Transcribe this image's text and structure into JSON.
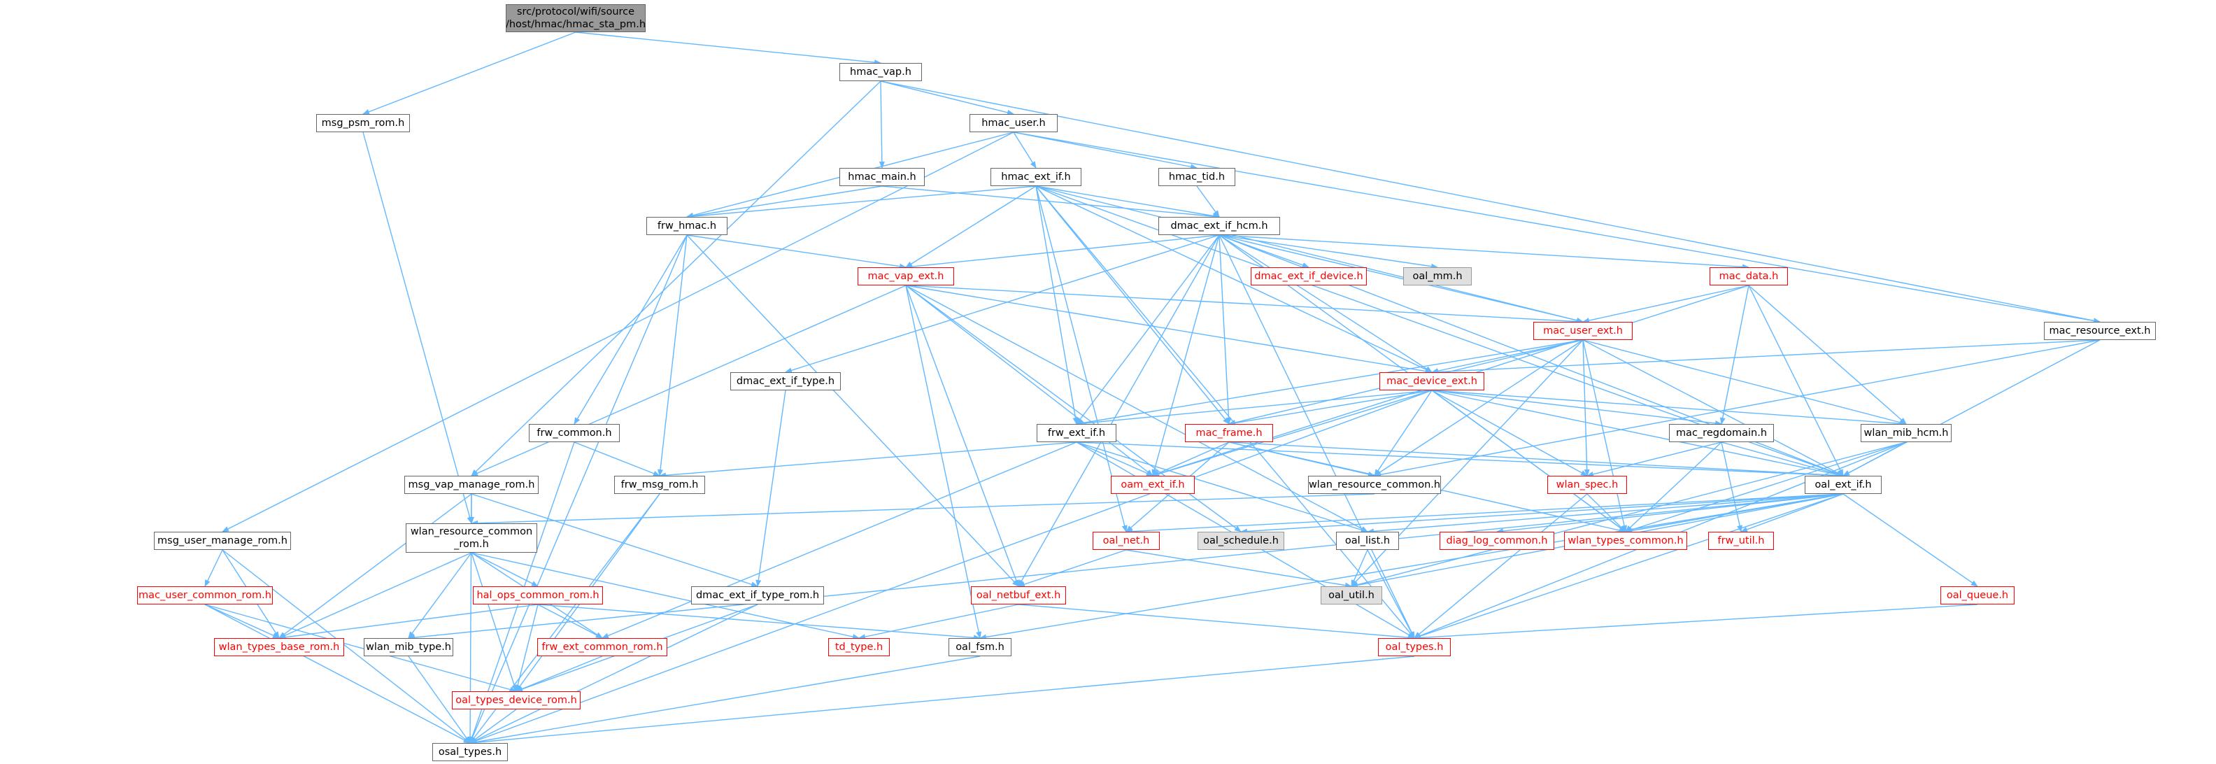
{
  "colors": {
    "edge": "#63b8ff",
    "node_border": "#666666",
    "missing_border": "#ff0000",
    "root_fill": "#999999",
    "external_fill": "#e0e0e0"
  },
  "nodes": {
    "n_root": [
      "src/protocol/wifi/source",
      "/host/hmac/hmac_sta_pm.h"
    ],
    "n_hmac_vap": "hmac_vap.h",
    "n_msg_psm_rom": "msg_psm_rom.h",
    "n_hmac_user": "hmac_user.h",
    "n_hmac_main": "hmac_main.h",
    "n_hmac_ext_if": "hmac_ext_if.h",
    "n_hmac_tid": "hmac_tid.h",
    "n_frw_hmac": "frw_hmac.h",
    "n_dmac_ext_if_hcm": "dmac_ext_if_hcm.h",
    "n_mac_vap_ext": "mac_vap_ext.h",
    "n_dmac_ext_if_device": "dmac_ext_if_device.h",
    "n_oal_mm": "oal_mm.h",
    "n_mac_data": "mac_data.h",
    "n_mac_resource_ext": "mac_resource_ext.h",
    "n_mac_user_ext": "mac_user_ext.h",
    "n_dmac_ext_if_type": "dmac_ext_if_type.h",
    "n_mac_device_ext": "mac_device_ext.h",
    "n_frw_common": "frw_common.h",
    "n_frw_ext_if": "frw_ext_if.h",
    "n_mac_frame": "mac_frame.h",
    "n_mac_regdomain": "mac_regdomain.h",
    "n_wlan_mib_hcm": "wlan_mib_hcm.h",
    "n_msg_vap_manage_rom": "msg_vap_manage_rom.h",
    "n_frw_msg_rom": "frw_msg_rom.h",
    "n_oam_ext_if": "oam_ext_if.h",
    "n_wlan_resource_common": "wlan_resource_common.h",
    "n_wlan_spec": "wlan_spec.h",
    "n_oal_ext_if": "oal_ext_if.h",
    "n_msg_user_manage_rom": "msg_user_manage_rom.h",
    "n_wlan_resource_common_rom": [
      "wlan_resource_common",
      "_rom.h"
    ],
    "n_oal_net": "oal_net.h",
    "n_oal_schedule": "oal_schedule.h",
    "n_oal_list": "oal_list.h",
    "n_diag_log_common": "diag_log_common.h",
    "n_wlan_types_common": "wlan_types_common.h",
    "n_frw_util": "frw_util.h",
    "n_mac_user_common_rom": "mac_user_common_rom.h",
    "n_hal_ops_common_rom": "hal_ops_common_rom.h",
    "n_dmac_ext_if_type_rom": "dmac_ext_if_type_rom.h",
    "n_oal_netbuf_ext": "oal_netbuf_ext.h",
    "n_oal_util": "oal_util.h",
    "n_oal_queue": "oal_queue.h",
    "n_wlan_types_base_rom": "wlan_types_base_rom.h",
    "n_wlan_mib_type": "wlan_mib_type.h",
    "n_frw_ext_common_rom": "frw_ext_common_rom.h",
    "n_td_type": "td_type.h",
    "n_oal_fsm": "oal_fsm.h",
    "n_oal_types": "oal_types.h",
    "n_oal_types_device_rom": "oal_types_device_rom.h",
    "n_osal_types": "osal_types.h"
  }
}
